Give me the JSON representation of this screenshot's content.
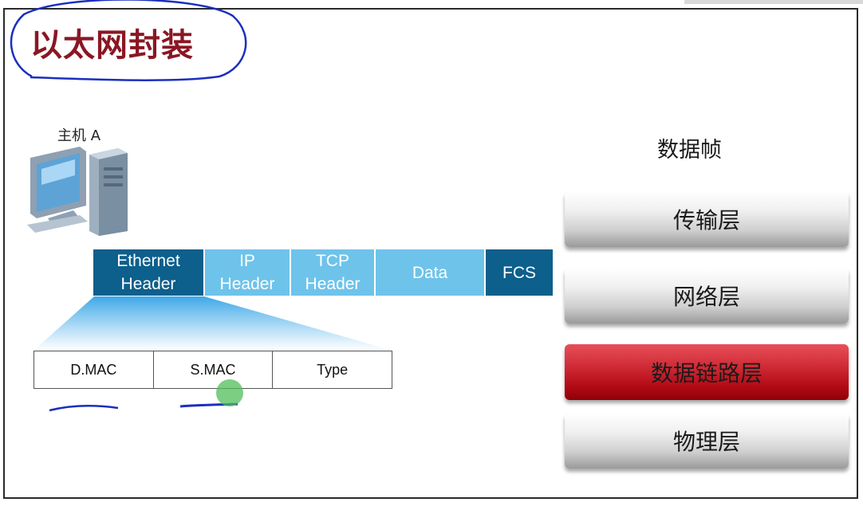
{
  "title": "以太网封装",
  "host_label": "主机 A",
  "packet": [
    {
      "line1": "Ethernet",
      "line2": "Header"
    },
    {
      "line1": "IP",
      "line2": "Header"
    },
    {
      "line1": "TCP",
      "line2": "Header"
    },
    {
      "line1": "Data",
      "line2": ""
    },
    {
      "line1": "FCS",
      "line2": ""
    }
  ],
  "ethernet_header_fields": [
    "D.MAC",
    "S.MAC",
    "Type"
  ],
  "stack_title": "数据帧",
  "layers": [
    "传输层",
    "网络层",
    "数据链路层",
    "物理层"
  ],
  "active_layer": "数据链路层",
  "colors": {
    "title": "#8a1724",
    "packet_dark": "#0d5f8c",
    "packet_light": "#6ec3ea",
    "active_layer": "#c0141f",
    "ink": "#1a2fbf"
  }
}
